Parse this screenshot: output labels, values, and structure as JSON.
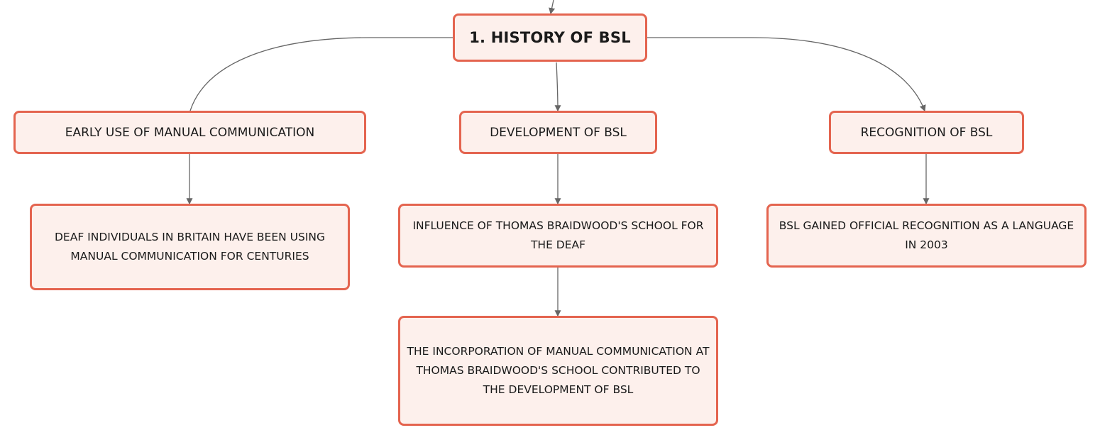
{
  "diagram": {
    "root": {
      "label": "1. HISTORY OF BSL"
    },
    "branches": [
      {
        "label": "EARLY USE OF MANUAL COMMUNICATION"
      },
      {
        "label": "DEVELOPMENT OF BSL"
      },
      {
        "label": "RECOGNITION OF BSL"
      }
    ],
    "details": {
      "early": "DEAF INDIVIDUALS IN BRITAIN HAVE BEEN USING MANUAL COMMUNICATION FOR CENTURIES",
      "development": "INFLUENCE OF THOMAS BRAIDWOOD'S SCHOOL FOR THE DEAF",
      "development_sub": "THE INCORPORATION OF MANUAL COMMUNICATION AT THOMAS BRAIDWOOD'S SCHOOL CONTRIBUTED TO THE DEVELOPMENT OF BSL",
      "recognition": "BSL GAINED OFFICIAL RECOGNITION AS A LANGUAGE IN 2003"
    },
    "colors": {
      "node_border": "#e4644f",
      "node_fill": "#fdf0ec",
      "connector": "#666666",
      "text": "#1a1a1a"
    }
  }
}
